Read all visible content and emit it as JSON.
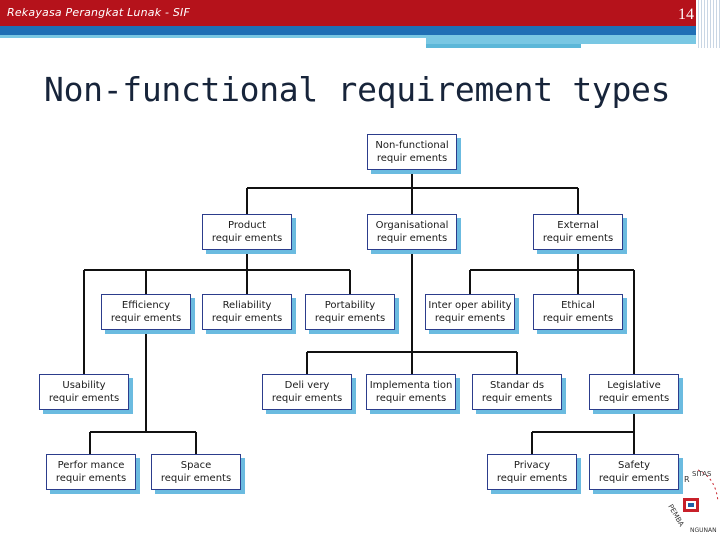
{
  "header": {
    "course_title": "Rekayasa Perangkat Lunak - SIF",
    "page_number": "14"
  },
  "slide": {
    "title": "Non-functional requirement types"
  },
  "diagram": {
    "nodes": [
      {
        "id": "nonfunctional",
        "line1": "Non-functional",
        "line2": "requir ements"
      },
      {
        "id": "product",
        "line1": "Product",
        "line2": "requir ements"
      },
      {
        "id": "organisational",
        "line1": "Organisational",
        "line2": "requir ements"
      },
      {
        "id": "external",
        "line1": "External",
        "line2": "requir ements"
      },
      {
        "id": "efficiency",
        "line1": "Efficiency",
        "line2": "requir ements"
      },
      {
        "id": "reliability",
        "line1": "Reliability",
        "line2": "requir ements"
      },
      {
        "id": "portability",
        "line1": "Portability",
        "line2": "requir ements"
      },
      {
        "id": "interoperability",
        "line1": "Inter oper ability",
        "line2": "requir ements"
      },
      {
        "id": "ethical",
        "line1": "Ethical",
        "line2": "requir ements"
      },
      {
        "id": "usability",
        "line1": "Usability",
        "line2": "requir ements"
      },
      {
        "id": "delivery",
        "line1": "Deli very",
        "line2": "requir ements"
      },
      {
        "id": "implementation",
        "line1": "Implementa tion",
        "line2": "requir ements"
      },
      {
        "id": "standards",
        "line1": "Standar ds",
        "line2": "requir ements"
      },
      {
        "id": "legislative",
        "line1": "Legislative",
        "line2": "requir ements"
      },
      {
        "id": "performance",
        "line1": "Perfor mance",
        "line2": "requir ements"
      },
      {
        "id": "space",
        "line1": "Space",
        "line2": "requir ements"
      },
      {
        "id": "privacy",
        "line1": "Privacy",
        "line2": "requir ements"
      },
      {
        "id": "safety",
        "line1": "Safety",
        "line2": "requir ements"
      }
    ],
    "colors": {
      "border": "#2c3d8c",
      "shadow": "#6bbbe0",
      "connector": "#111111"
    }
  },
  "logo": {
    "arc_text": "RSITAS PEMBANGUNAN JAYA",
    "colors": {
      "red": "#c8202a",
      "blue": "#1f5fa8"
    }
  }
}
